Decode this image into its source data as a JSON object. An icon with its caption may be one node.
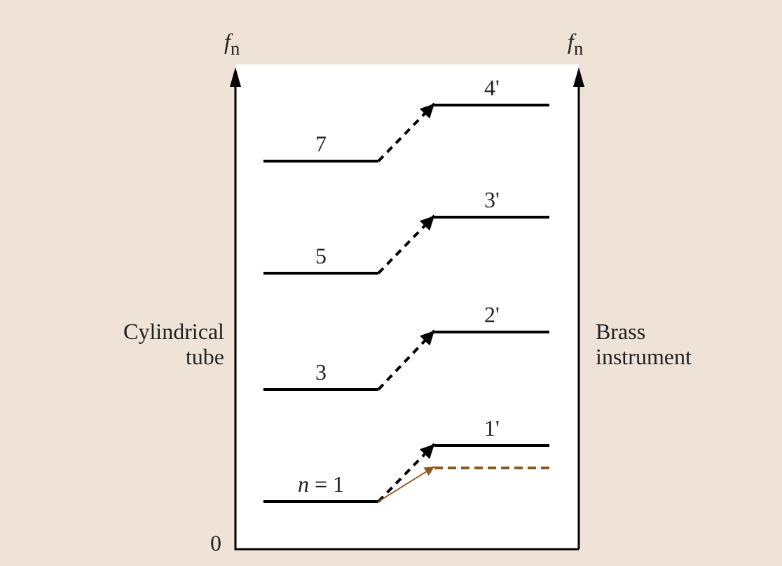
{
  "diagram": {
    "nodes": [
      {
        "text": [
          "7"
        ]
      },
      {
        "text": [
          "5"
        ]
      },
      {
        "text": [
          "3"
        ]
      },
      {
        "text": [
          "*n* = 1"
        ]
      },
      {
        "text": [
          "4'"
        ]
      },
      {
        "text": [
          "3'"
        ]
      },
      {
        "text": [
          "2'"
        ]
      },
      {
        "text": [
          "1'"
        ]
      },
      {
        "text": [],
        "shape": "bar"
      }
    ],
    "edges": [
      {
        "from": 0,
        "to": 4,
        "arrow": "to",
        "style": "dashed"
      },
      {
        "from": 1,
        "to": 5,
        "arrow": "to",
        "style": "dashed"
      },
      {
        "from": 2,
        "to": 6,
        "arrow": "to",
        "style": "dashed"
      },
      {
        "from": 3,
        "to": 7,
        "arrow": "to",
        "style": "dashed"
      },
      {
        "from": 3,
        "to": 8,
        "arrow": "to",
        "color": "#8b5a1e"
      }
    ],
    "labels": [
      "*f*$_{n}$",
      "*f*$_{n}$",
      "Cylindrical tube",
      "Brass instrument",
      "0"
    ]
  }
}
